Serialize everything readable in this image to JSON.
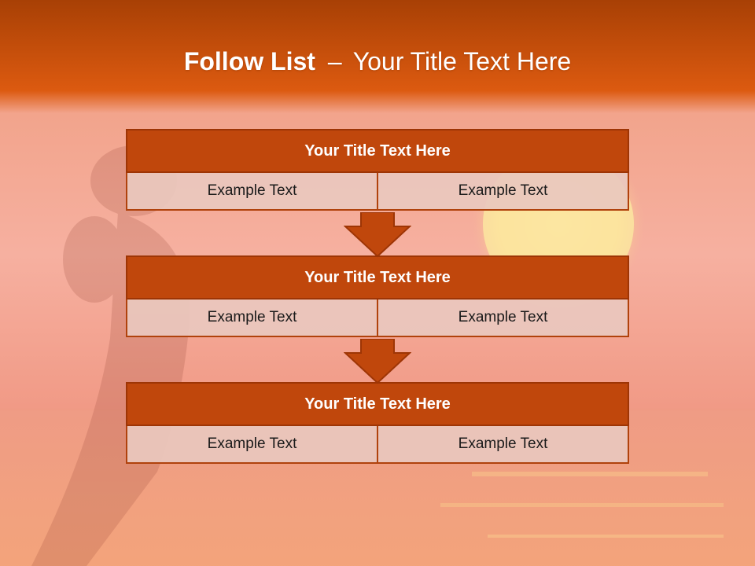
{
  "slide": {
    "title_bold": "Follow List",
    "title_separator": "–",
    "title_rest": "Your Title Text Here"
  },
  "steps": [
    {
      "title": "Your Title Text Here",
      "cells": [
        "Example Text",
        "Example Text"
      ]
    },
    {
      "title": "Your Title Text Here",
      "cells": [
        "Example Text",
        "Example Text"
      ]
    },
    {
      "title": "Your Title Text Here",
      "cells": [
        "Example Text",
        "Example Text"
      ]
    }
  ],
  "colors": {
    "header_bar": "#c0470c",
    "arrow": "#c0470c",
    "cell_bg": "#e9c8be",
    "title_band": "#d5530e"
  },
  "icons": [
    "down-arrow-icon",
    "sun-graphic",
    "silhouette-graphic"
  ]
}
